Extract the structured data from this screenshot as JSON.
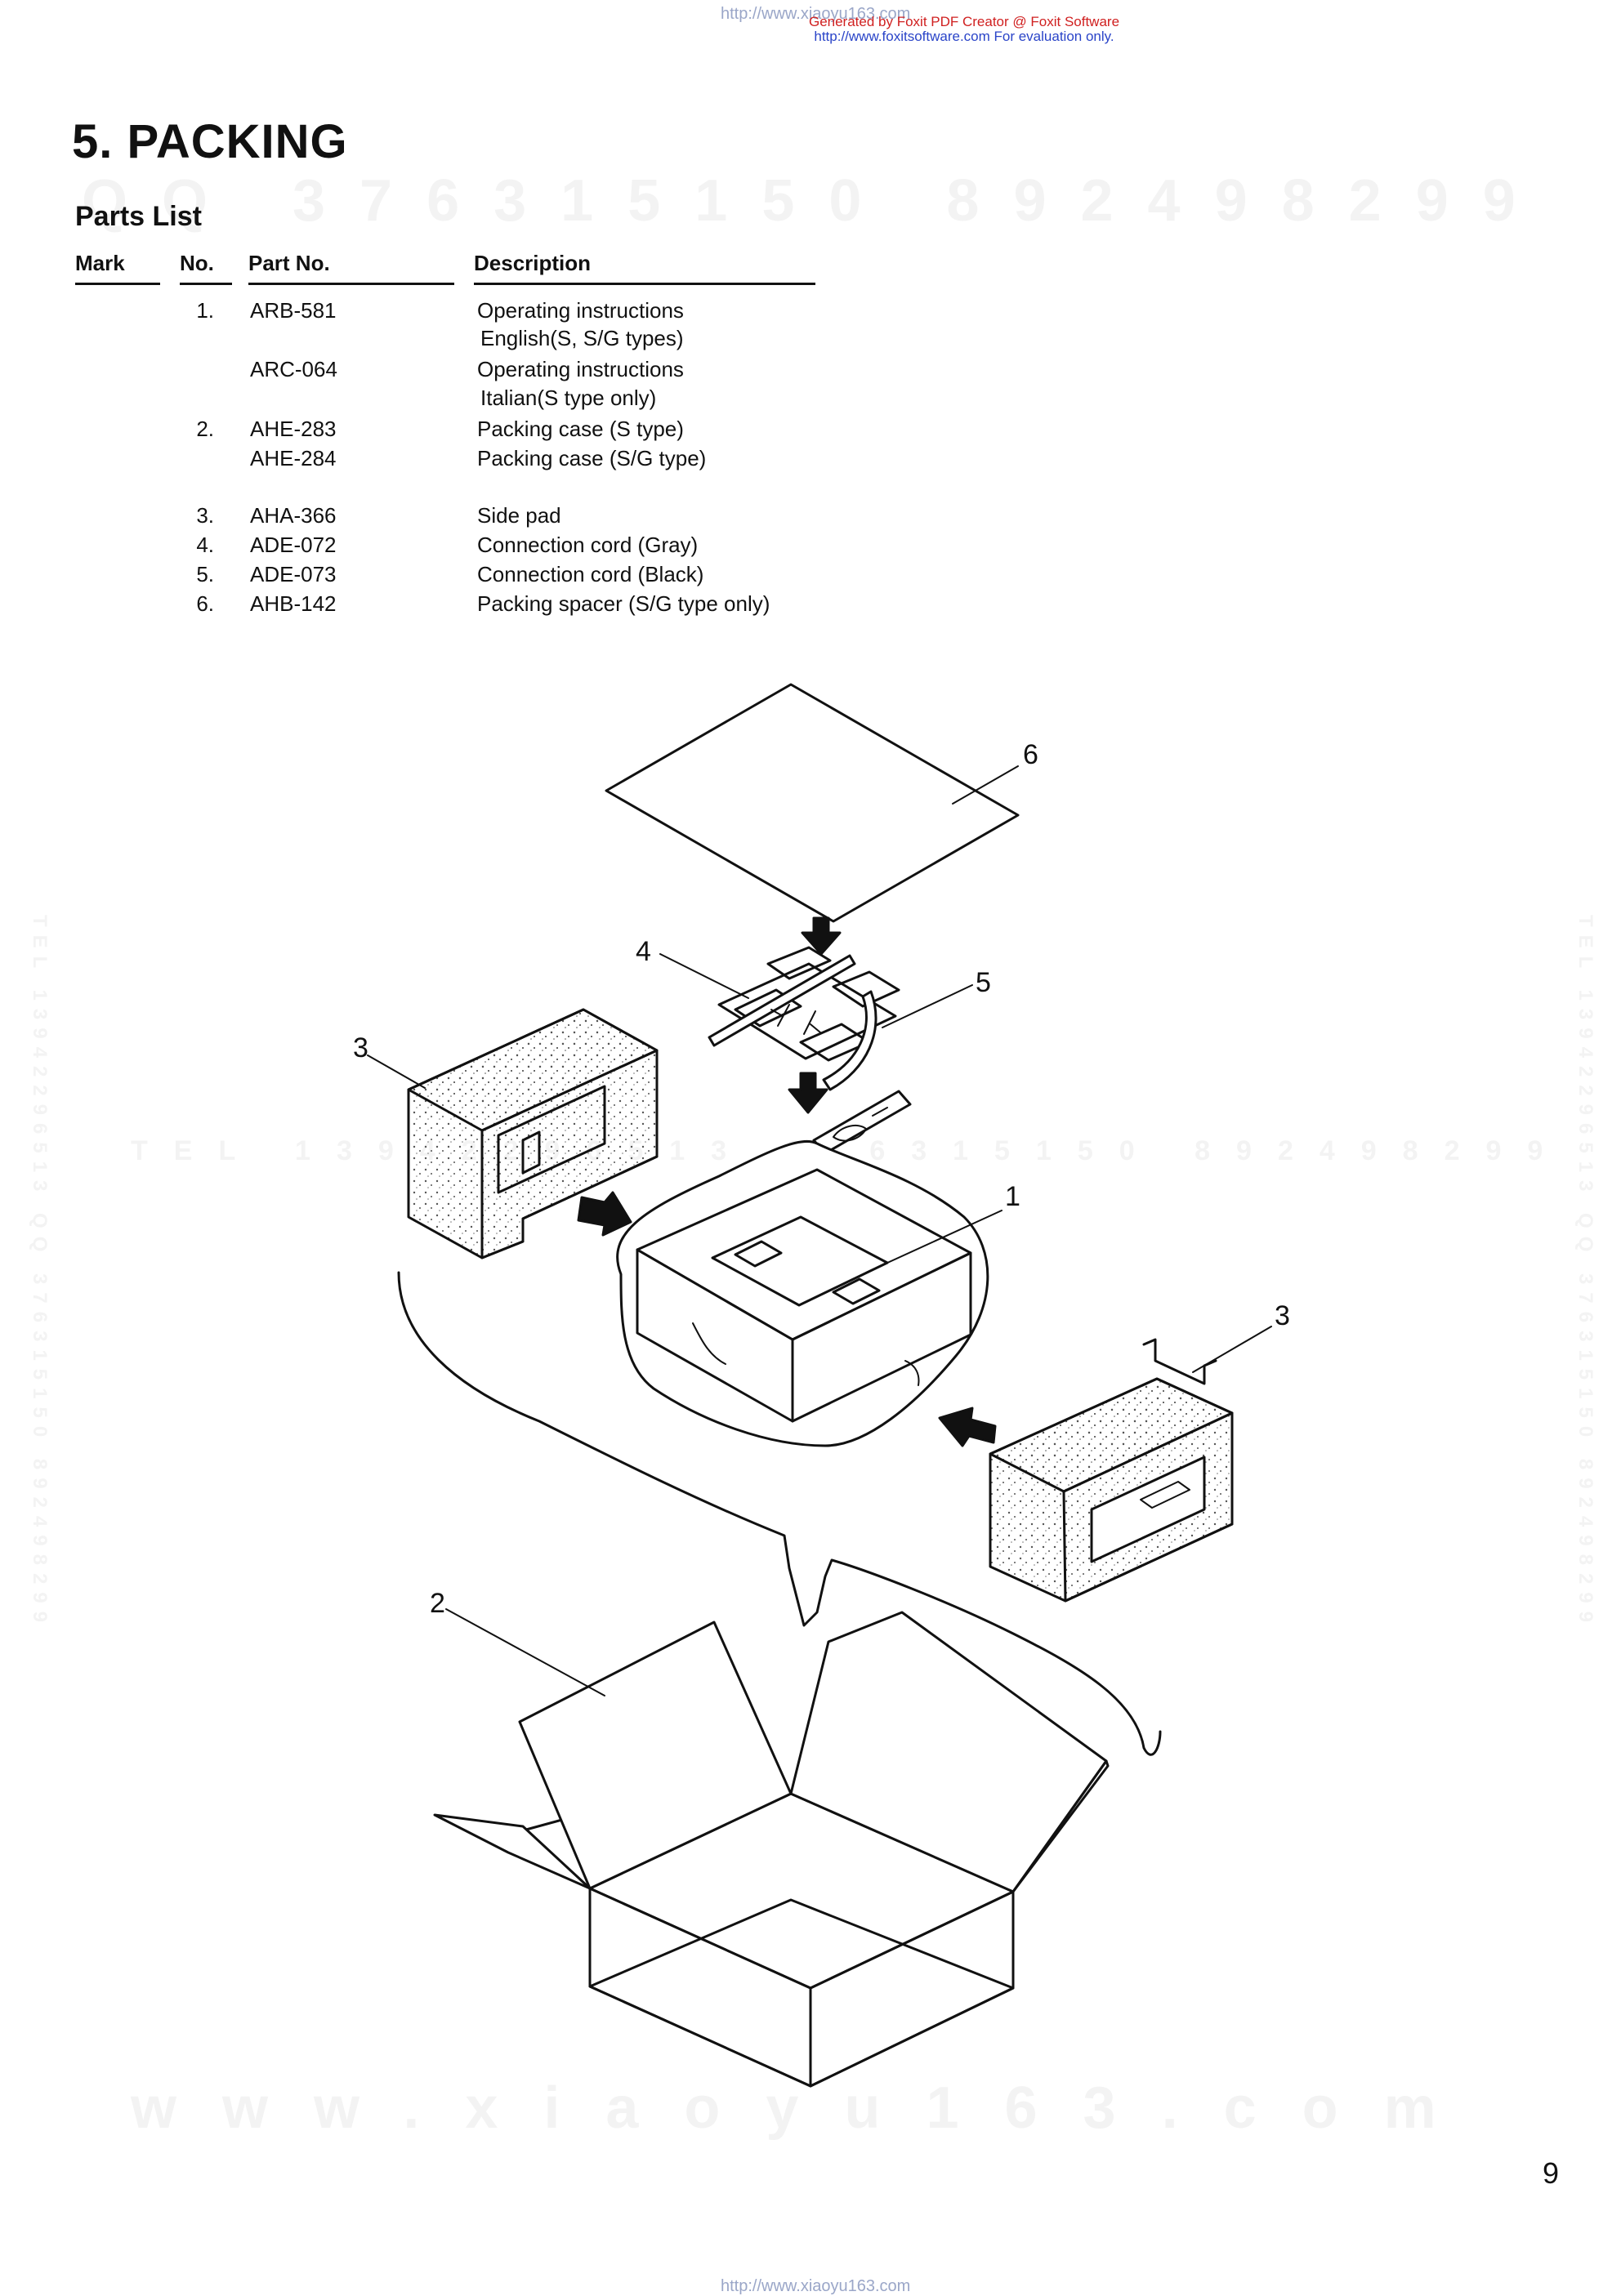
{
  "header": {
    "source_url": "http://www.xiaoyu163.com",
    "foxit_line1": "Generated by Foxit PDF Creator @ Foxit Software",
    "foxit_line2": "http://www.foxitsoftware.com   For evaluation only."
  },
  "watermarks": {
    "top": "QQ 376315150   892498299",
    "middle": "TEL 13942296513   376315150   892498299",
    "bottom": "www.xiaoyu163.com",
    "side": "TEL 13942296513 QQ 376315150 892498299"
  },
  "section": {
    "title": "5. PACKING",
    "subtitle": "Parts List"
  },
  "parts_table": {
    "headers": {
      "mark": "Mark",
      "no": "No.",
      "part_no": "Part No.",
      "description": "Description"
    },
    "rows": [
      {
        "no": "1.",
        "part_no": "ARB-581",
        "desc_line1": "Operating instructions",
        "desc_line2": "English(S, S/G types)"
      },
      {
        "no": "",
        "part_no": "ARC-064",
        "desc_line1": "Operating instructions",
        "desc_line2": "Italian(S type only)"
      },
      {
        "no": "2.",
        "part_no": "AHE-283",
        "desc_line1": "Packing case (S type)",
        "desc_line2": ""
      },
      {
        "no": "",
        "part_no": "AHE-284",
        "desc_line1": "Packing case (S/G type)",
        "desc_line2": ""
      },
      {
        "no": "3.",
        "part_no": "AHA-366",
        "desc_line1": "Side pad",
        "desc_line2": ""
      },
      {
        "no": "4.",
        "part_no": "ADE-072",
        "desc_line1": "Connection cord (Gray)",
        "desc_line2": ""
      },
      {
        "no": "5.",
        "part_no": "ADE-073",
        "desc_line1": "Connection cord (Black)",
        "desc_line2": ""
      },
      {
        "no": "6.",
        "part_no": "AHB-142",
        "desc_line1": "Packing spacer (S/G type only)",
        "desc_line2": ""
      }
    ]
  },
  "diagram": {
    "callouts": {
      "c1": "1",
      "c2": "2",
      "c3a": "3",
      "c3b": "3",
      "c4": "4",
      "c5": "5",
      "c6": "6"
    }
  },
  "page_number": "9",
  "footer": {
    "url": "http://www.xiaoyu163.com"
  }
}
